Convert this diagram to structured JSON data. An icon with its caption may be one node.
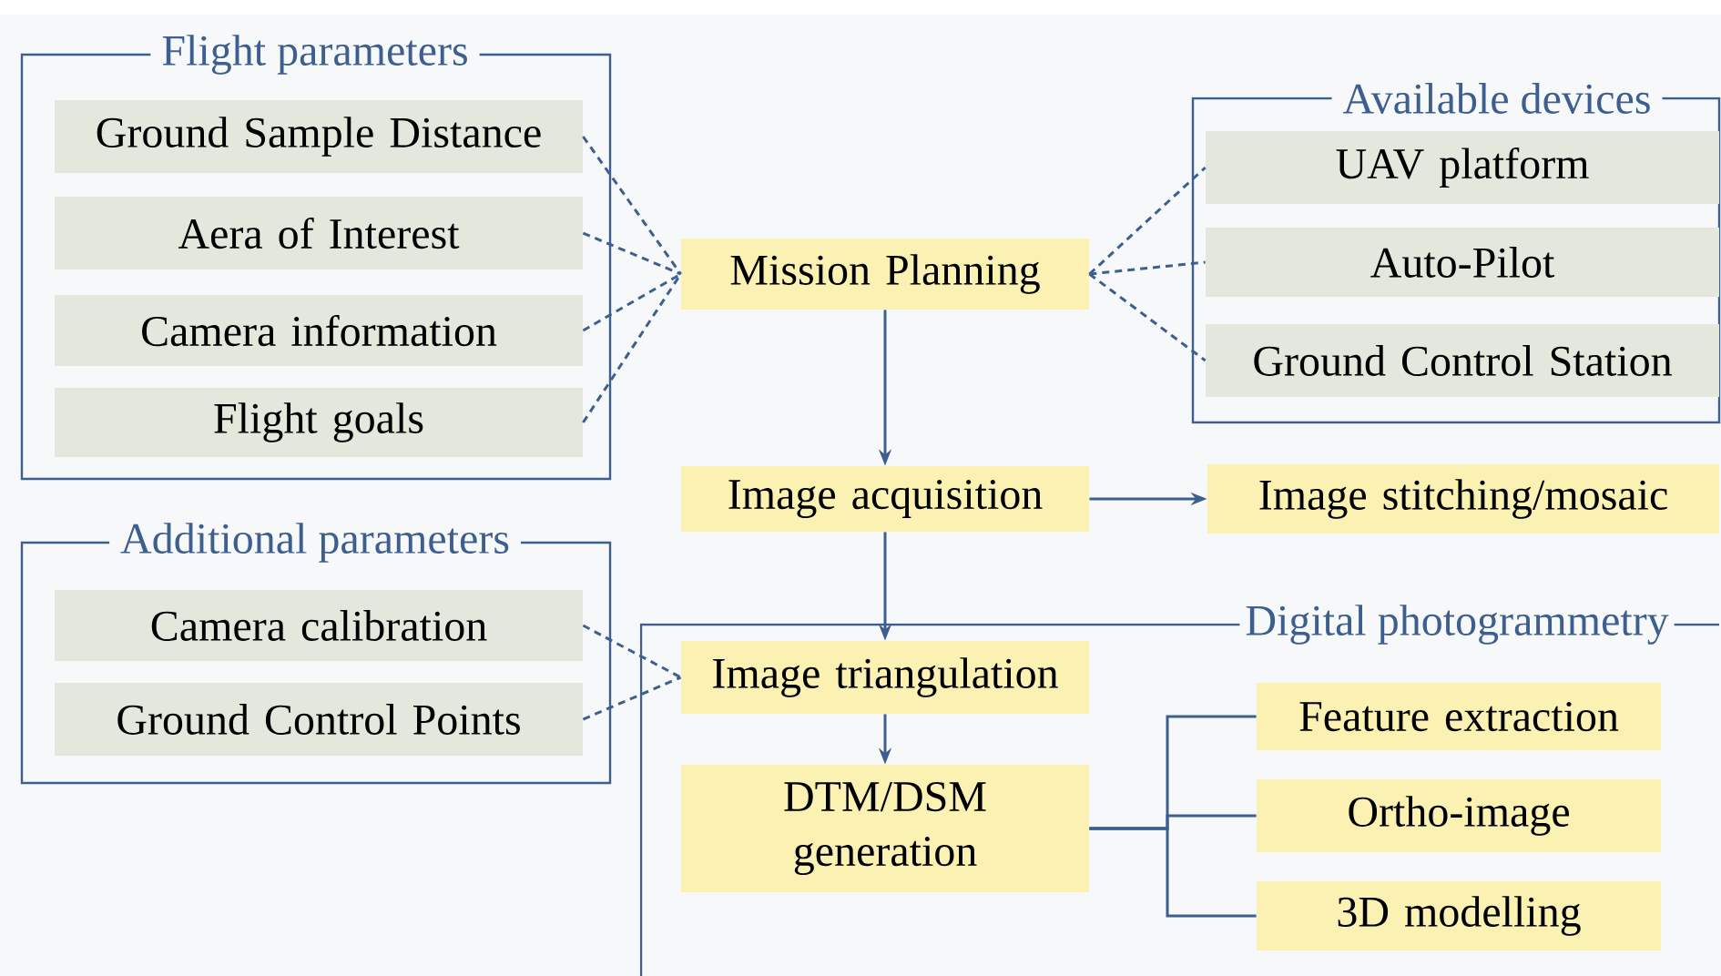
{
  "diagram": {
    "nodes": [
      {
        "text": [
          "Flight parameters"
        ]
      },
      {
        "text": [
          "Ground Sample Distance"
        ],
        "in": 0
      },
      {
        "text": [
          "Aera of Interest"
        ],
        "in": 0
      },
      {
        "text": [
          "Camera information"
        ],
        "in": 0
      },
      {
        "text": [
          "Flight goals"
        ],
        "in": 0
      },
      {
        "text": [
          "Mission Planning"
        ]
      },
      {
        "text": [
          "Available devices"
        ]
      },
      {
        "text": [
          "UAV platform"
        ],
        "in": 6
      },
      {
        "text": [
          "Auto-Pilot"
        ],
        "in": 6
      },
      {
        "text": [
          "Ground Control Station"
        ],
        "in": 6
      },
      {
        "text": [
          "Image acquisition"
        ]
      },
      {
        "text": [
          "Image stitching/mosaic"
        ]
      },
      {
        "text": [
          "Additional parameters"
        ]
      },
      {
        "text": [
          "Camera calibration"
        ],
        "in": 12
      },
      {
        "text": [
          "Ground Control Points"
        ],
        "in": 12
      },
      {
        "text": [
          "Digital photogrammetry"
        ]
      },
      {
        "text": [
          "Image triangulation"
        ],
        "in": 15
      },
      {
        "text": [
          "DTM/DSM generation"
        ],
        "in": 15
      },
      {
        "text": [
          "Feature extraction"
        ],
        "in": 15
      },
      {
        "text": [
          "Ortho-image"
        ],
        "in": 15
      },
      {
        "text": [
          "3D modelling"
        ],
        "in": 15
      }
    ],
    "edges": [
      {
        "from": 1,
        "to": 5,
        "arrow": "none",
        "style": "dashed"
      },
      {
        "from": 2,
        "to": 5,
        "arrow": "none",
        "style": "dashed"
      },
      {
        "from": 3,
        "to": 5,
        "arrow": "none",
        "style": "dashed"
      },
      {
        "from": 4,
        "to": 5,
        "arrow": "none",
        "style": "dashed"
      },
      {
        "from": 5,
        "to": 7,
        "arrow": "none",
        "style": "dashed"
      },
      {
        "from": 5,
        "to": 8,
        "arrow": "none",
        "style": "dashed"
      },
      {
        "from": 5,
        "to": 9,
        "arrow": "none",
        "style": "dashed"
      },
      {
        "from": 5,
        "to": 10,
        "arrow": "to"
      },
      {
        "from": 10,
        "to": 11,
        "arrow": "to"
      },
      {
        "from": 10,
        "to": 16,
        "arrow": "to"
      },
      {
        "from": 13,
        "to": 16,
        "arrow": "none",
        "style": "dashed"
      },
      {
        "from": 14,
        "to": 16,
        "arrow": "none",
        "style": "dashed"
      },
      {
        "from": 16,
        "to": 17,
        "arrow": "to"
      },
      {
        "from": 17,
        "to": 18,
        "arrow": "none"
      },
      {
        "from": 17,
        "to": 19,
        "arrow": "none"
      },
      {
        "from": 17,
        "to": 20,
        "arrow": "none"
      }
    ]
  }
}
